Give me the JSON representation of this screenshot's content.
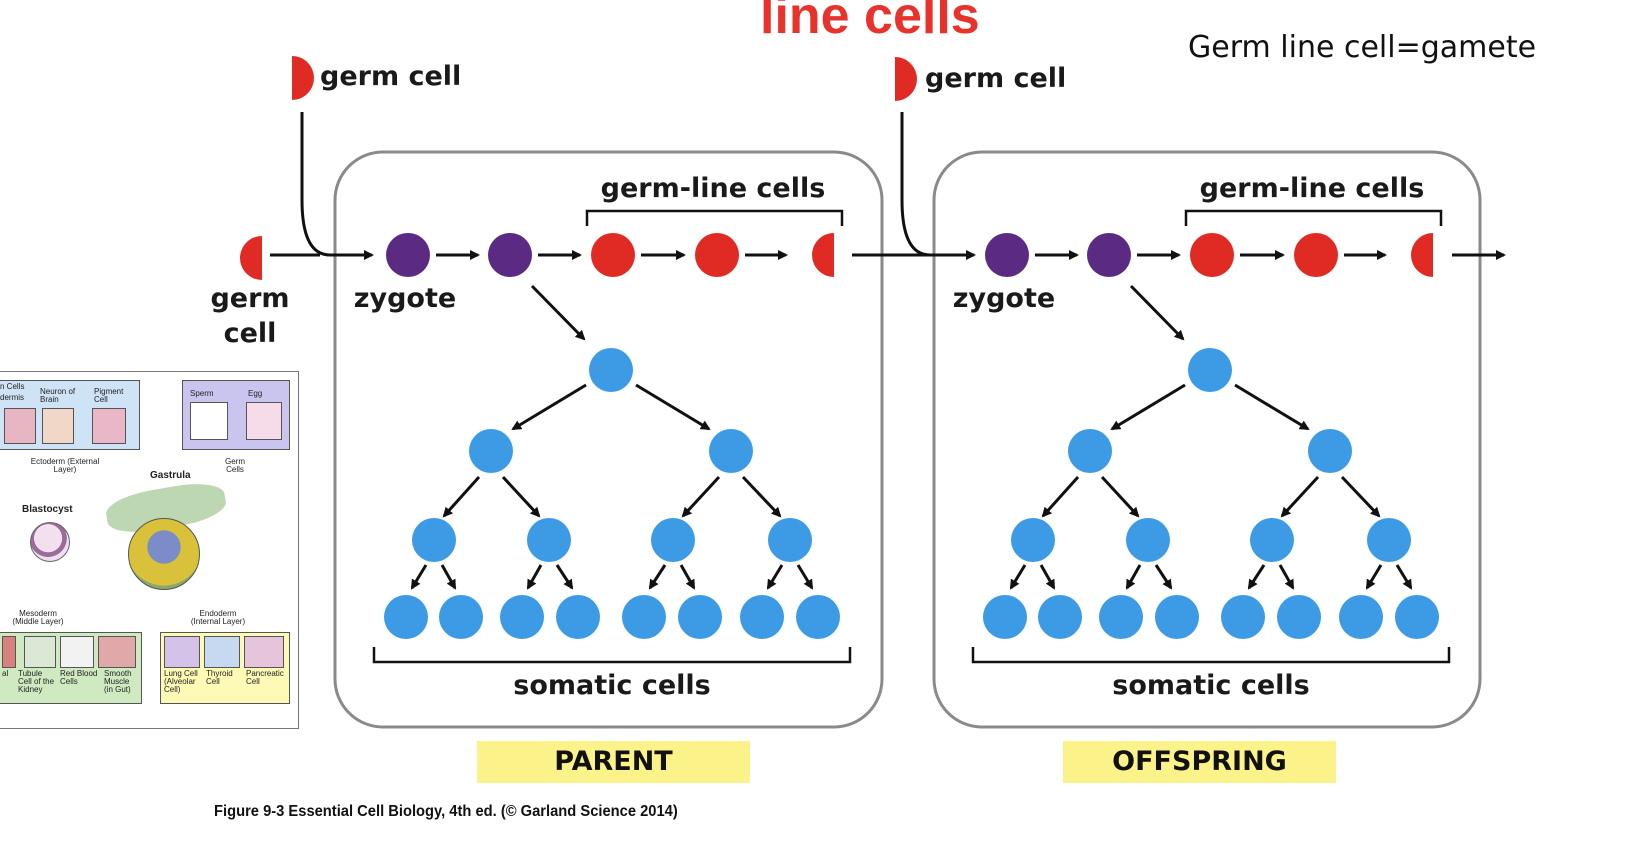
{
  "slide": {
    "title_fragment": "line cells",
    "note": "Germ line cell=gamete",
    "caption": "Figure 9-3  Essential Cell Biology, 4th ed. (© Garland Science 2014)"
  },
  "diagram": {
    "germ_cell_label": "germ cell",
    "germ_cell_left_label_line1": "germ",
    "germ_cell_left_label_line2": "cell",
    "panels": [
      {
        "name": "PARENT",
        "zygote_label": "zygote",
        "germline_label": "germ-line cells",
        "somatic_label": "somatic cells"
      },
      {
        "name": "OFFSPRING",
        "zygote_label": "zygote",
        "germline_label": "germ-line cells",
        "somatic_label": "somatic cells"
      }
    ],
    "colors": {
      "germ_cell": "#e02a24",
      "zygote": "#5b2a82",
      "somatic": "#3d9be6",
      "panel_border": "#8a8a8a",
      "tag_bg": "#fbf38a"
    }
  },
  "inset": {
    "top_cells": {
      "partial": "n Cells",
      "epidermis": "dermis",
      "neuron": "Neuron of Brain",
      "pigment": "Pigment Cell"
    },
    "germ_box": {
      "sperm": "Sperm",
      "egg": "Egg",
      "germ_cells": "Germ Cells"
    },
    "ectoderm": "Ectoderm (External Layer)",
    "gastrula": "Gastrula",
    "blastocyst": "Blastocyst",
    "mesoderm": "Mesoderm (Middle Layer)",
    "endoderm": "Endoderm (Internal Layer)",
    "meso_cells": {
      "partial": "al",
      "tubule": "Tubule Cell of the Kidney",
      "rbc": "Red Blood Cells",
      "smooth": "Smooth Muscle (in Gut)"
    },
    "endo_cells": {
      "lung": "Lung Cell (Alveolar Cell)",
      "thyroid": "Thyroid Cell",
      "pancreatic": "Pancreatic Cell"
    }
  }
}
